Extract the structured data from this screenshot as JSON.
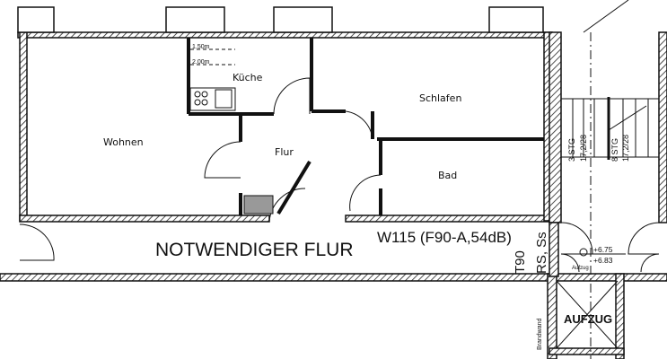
{
  "rooms": {
    "wohnen": "Wohnen",
    "kueche": "Küche",
    "flur": "Flur",
    "schlafen": "Schlafen",
    "bad": "Bad",
    "corridor": "NOTWENDIGER FLUR",
    "aufzug": "AUFZUG"
  },
  "annotations": {
    "wall_spec": "W115 (F90-A,54dB)",
    "door_t90": "T90",
    "door_rs": "RS, Ss",
    "stair_left": "3 STG",
    "stair_left_dim": "17,2/28",
    "stair_right": "8 STG",
    "stair_right_dim": "17,2/28",
    "level_top": "+6.75",
    "level_bottom": "+6.83",
    "aufzug_small": "Aufzug",
    "brandwand": "Brandwand",
    "dim_150": "1.50m",
    "dim_200": "2.00m"
  }
}
